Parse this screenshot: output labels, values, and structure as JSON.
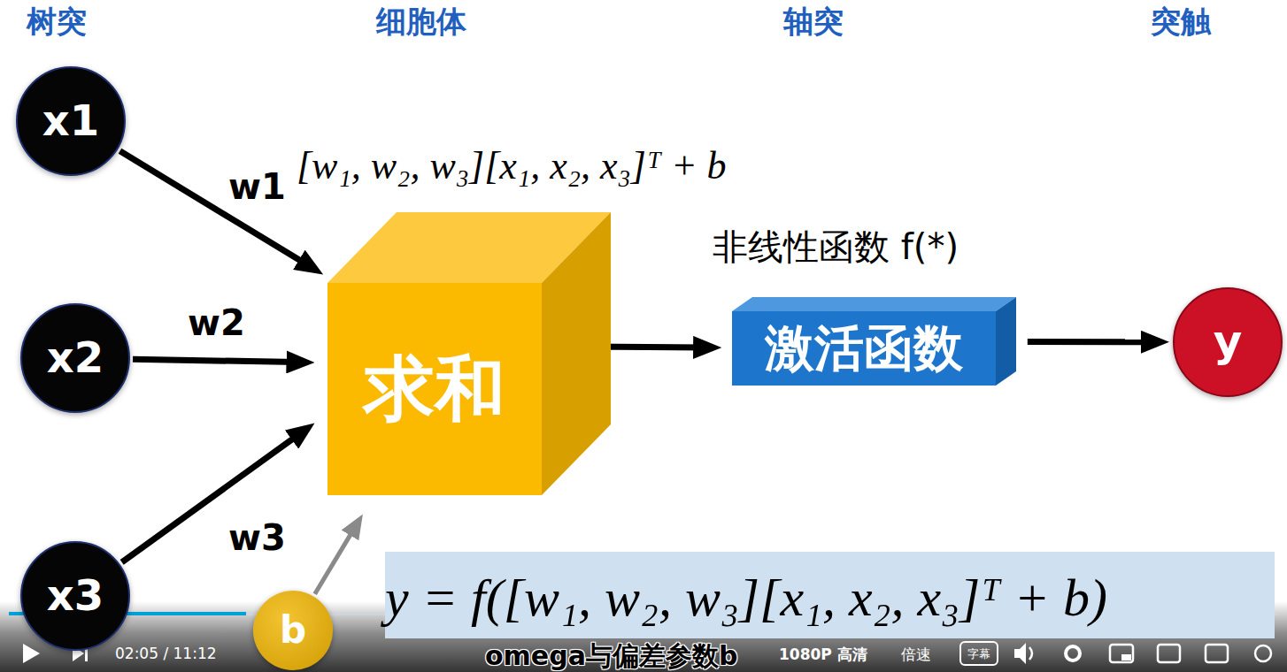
{
  "diagram": {
    "nodes": [
      {
        "text": [
          "x1"
        ]
      },
      {
        "text": [
          "x2"
        ]
      },
      {
        "text": [
          "x3"
        ]
      },
      {
        "text": [
          "b"
        ]
      },
      {
        "text": [
          "求和"
        ]
      },
      {
        "text": [
          "激活函数"
        ]
      },
      {
        "text": [
          "y"
        ]
      },
      {
        "text": [
          "y = f([w₁, w₂, w₃][x₁, x₂, x₃]ᵀ + b)"
        ]
      }
    ],
    "edges": [
      {
        "from": 0,
        "to": 4,
        "label": "w1",
        "arrow": "to"
      },
      {
        "from": 1,
        "to": 4,
        "label": "w2",
        "arrow": "to"
      },
      {
        "from": 2,
        "to": 4,
        "label": "w3",
        "arrow": "to"
      },
      {
        "from": 3,
        "to": 4,
        "arrow": "to"
      },
      {
        "from": 4,
        "to": 5,
        "arrow": "to"
      },
      {
        "from": 5,
        "to": 6,
        "arrow": "to"
      }
    ],
    "labels": [
      "树突",
      "细胞体",
      "轴突",
      "突触",
      "[w₁, w₂, w₃][x₁, x₂, x₃]ᵀ + b",
      "非线性函数 f(*)",
      "omega与偏差参数b",
      "02:05 / 11:12",
      "1080P 高清",
      "倍速",
      "字幕"
    ]
  }
}
